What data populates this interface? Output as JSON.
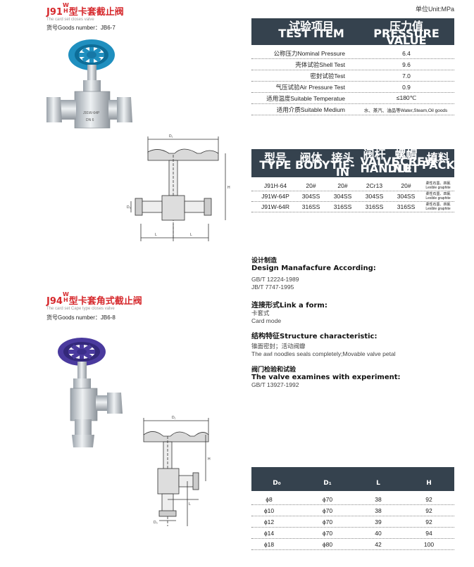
{
  "block1": {
    "title_prefix": "J91",
    "title_w": "W",
    "title_h": "H",
    "title_suffix": "型卡套截止阀",
    "subtitle": "The card set closes valve",
    "goods": "货号Goods number：JB6-7"
  },
  "block2": {
    "title_prefix": "J94",
    "title_w": "W",
    "title_h": "H",
    "title_suffix": "型卡套角式截止阀",
    "subtitle": "The card set Cape type closes valve",
    "goods": "货号Goods number：JB6-8"
  },
  "unit": "单位Unit:MPa",
  "pressure_table": {
    "header": {
      "item_cn": "试验项目",
      "item_en": "TEST ITEM",
      "value_cn": "压力值",
      "value_en": "PRESSURE VALUE"
    },
    "rows": [
      {
        "item": "公称压力Nominal Pressure",
        "value": "6.4"
      },
      {
        "item": "壳体试验Shell Test",
        "value": "9.6"
      },
      {
        "item": "密封试验Test",
        "value": "7.0"
      },
      {
        "item": "气压试验Air Pressure Test",
        "value": "0.9"
      },
      {
        "item": "适用温度Suitable Temperatue",
        "value": "≤180℃"
      },
      {
        "item": "适用介质Suitable Medium",
        "value": "水、蒸汽、油品等Water,Steam,Oil goods"
      }
    ]
  },
  "material_table": {
    "headers": [
      {
        "cn": "型号",
        "en": "TYPE"
      },
      {
        "cn": "阀体",
        "en": "BODY"
      },
      {
        "cn": "接头",
        "en": "TIE-IN"
      },
      {
        "cn": "阀杆",
        "en": "VALVE HANDLE"
      },
      {
        "cn": "螺帽",
        "en": "SCREW NUT"
      },
      {
        "cn": "填料",
        "en": "PACKING"
      }
    ],
    "rows": [
      [
        "J91H-64",
        "20#",
        "20#",
        "2Cr13",
        "20#",
        "柔性石墨、四氟 Lexible graphite"
      ],
      [
        "J91W-64P",
        "304SS",
        "304SS",
        "304SS",
        "304SS",
        "柔性石墨、四氟 Lexible graphite"
      ],
      [
        "J91W-64R",
        "316SS",
        "316SS",
        "316SS",
        "316SS",
        "柔性石墨、四氟 Lexible graphite"
      ]
    ]
  },
  "design": {
    "cn": "设计制造",
    "en": "Design Manafacfure According:",
    "lines": [
      "GB/T 12224-1989",
      "JB/T 7747-1995"
    ]
  },
  "link": {
    "title": "连接形式Link a form:",
    "cn": "卡套式",
    "en": "Card mode"
  },
  "structure": {
    "title": "结构特征Structure characteristic:",
    "cn": "锥面密封；活动阀瓣",
    "en": "The awl noodles seals completely;Movable valve petal"
  },
  "test": {
    "cn": "阀门检验和试验",
    "en": "The valve examines with experiment:",
    "line": "GB/T 13927-1992"
  },
  "dim_table": {
    "headers": [
      "D₀",
      "D₁",
      "L",
      "H"
    ],
    "rows": [
      [
        "ϕ8",
        "ϕ70",
        "38",
        "92"
      ],
      [
        "ϕ10",
        "ϕ70",
        "38",
        "92"
      ],
      [
        "ϕ12",
        "ϕ70",
        "39",
        "92"
      ],
      [
        "ϕ14",
        "ϕ70",
        "40",
        "94"
      ],
      [
        "ϕ18",
        "ϕ80",
        "42",
        "100"
      ]
    ]
  },
  "drawing_labels": {
    "d1": "D₁",
    "d0": "D₀",
    "h": "H",
    "l": "L"
  },
  "colors": {
    "title_red": "#d6282c",
    "header_dark": "#35424e",
    "handwheel_blue": "#1f8fbf",
    "handwheel_purple": "#4a3a9e",
    "steel": "#c9ced3"
  }
}
